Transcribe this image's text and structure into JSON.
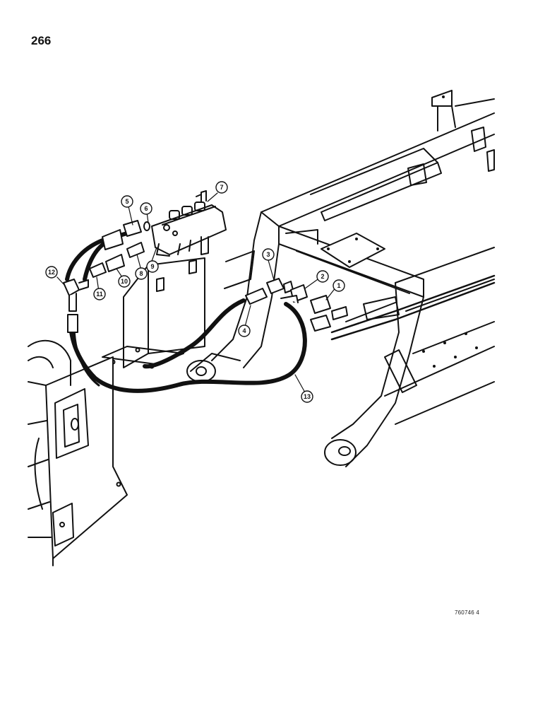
{
  "page_number": "266",
  "drawing_code": "760746 4",
  "callouts": [
    "1",
    "2",
    "3",
    "4",
    "5",
    "6",
    "7",
    "8",
    "9",
    "10",
    "11",
    "12",
    "13"
  ]
}
